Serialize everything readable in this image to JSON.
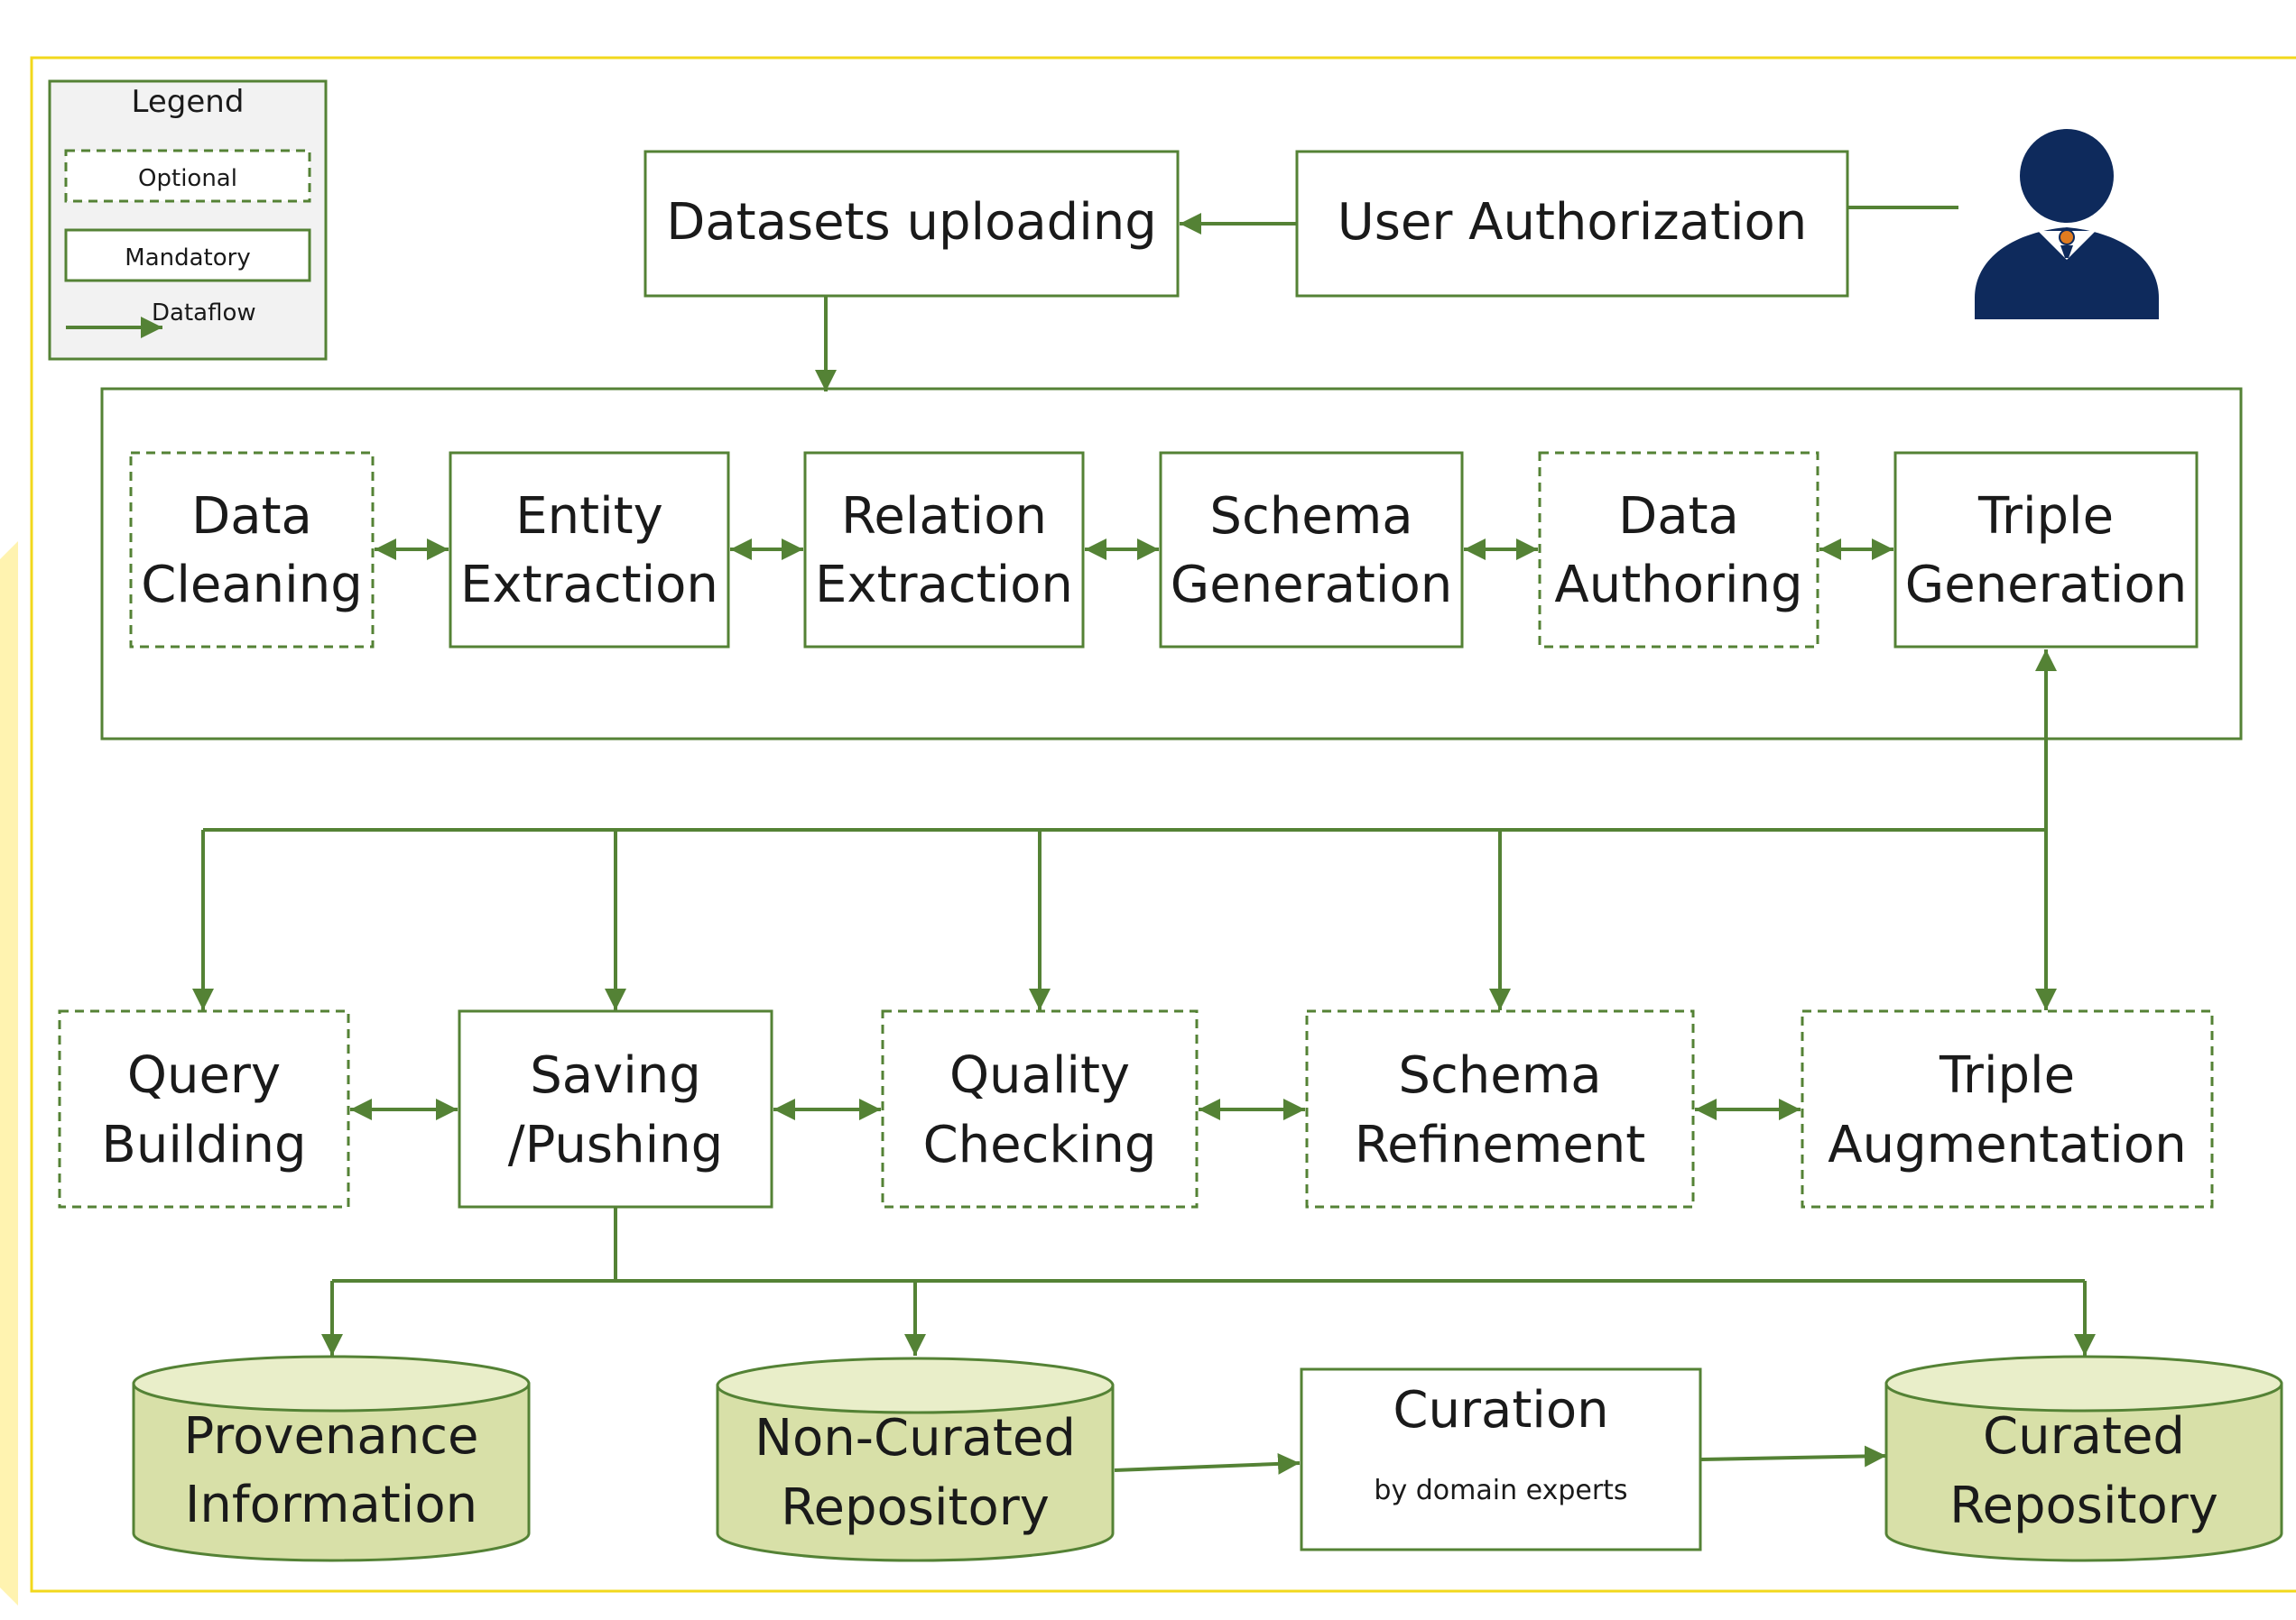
{
  "legend": {
    "title": "Legend",
    "optional": "Optional",
    "mandatory": "Mandatory",
    "dataflow": "Dataflow"
  },
  "top": {
    "datasets_uploading": "Datasets uploading",
    "user_authorization": "User Authorization"
  },
  "pipeline": [
    {
      "line1": "Data",
      "line2": "Cleaning",
      "style": "optional"
    },
    {
      "line1": "Entity",
      "line2": "Extraction",
      "style": "mandatory"
    },
    {
      "line1": "Relation",
      "line2": "Extraction",
      "style": "mandatory"
    },
    {
      "line1": "Schema",
      "line2": "Generation",
      "style": "mandatory"
    },
    {
      "line1": "Data",
      "line2": "Authoring",
      "style": "optional"
    },
    {
      "line1": "Triple",
      "line2": "Generation",
      "style": "mandatory"
    }
  ],
  "post": [
    {
      "line1": "Query",
      "line2": "Building",
      "style": "optional"
    },
    {
      "line1": "Saving",
      "line2": "/Pushing",
      "style": "mandatory"
    },
    {
      "line1": "Quality",
      "line2": "Checking",
      "style": "optional"
    },
    {
      "line1": "Schema",
      "line2": "Refinement",
      "style": "optional"
    },
    {
      "line1": "Triple",
      "line2": "Augmentation",
      "style": "optional"
    }
  ],
  "storage": {
    "provenance": {
      "line1": "Provenance",
      "line2": "Information"
    },
    "non_curated": {
      "line1": "Non-Curated",
      "line2": "Repository"
    },
    "curation": {
      "title": "Curation",
      "subtitle": "by domain experts"
    },
    "curated": {
      "line1": "Curated",
      "line2": "Repository"
    }
  },
  "colors": {
    "border_green": "#548235",
    "cylinder_fill": "#d8e0a8",
    "outer_frame": "#f2d81c",
    "left_band": "#fff3b0",
    "user_navy": "#0e2a5c",
    "user_accent": "#e07b1f"
  },
  "icons": {
    "user": "user-icon"
  }
}
